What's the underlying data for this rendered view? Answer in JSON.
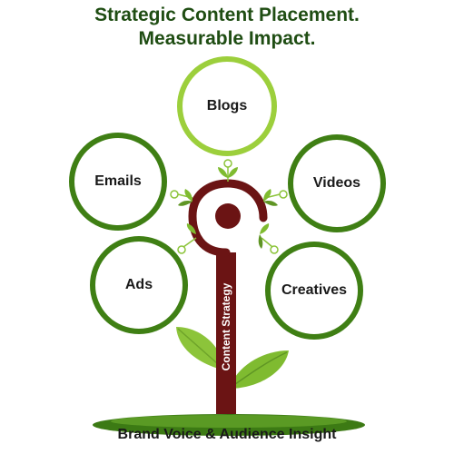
{
  "title": {
    "line1": "Strategic Content Placement.",
    "line2": "Measurable Impact."
  },
  "channels": {
    "blogs": "Blogs",
    "emails": "Emails",
    "videos": "Videos",
    "ads": "Ads",
    "creatives": "Creatives"
  },
  "stem_label": "Content Strategy",
  "footer": "Brand Voice & Audience Insight",
  "colors": {
    "dark_green": "#3f7f14",
    "light_green": "#9ccf3c",
    "stem_brown": "#6b1414",
    "title_green": "#1f4d13"
  }
}
